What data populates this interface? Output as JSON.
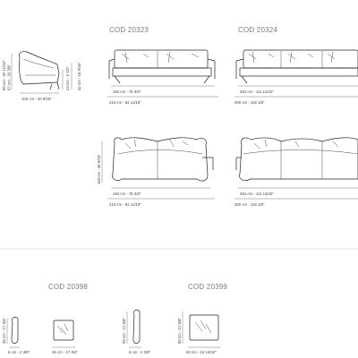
{
  "sofa_20323": {
    "code": "COD 20323",
    "front_width_1": "194 cm - 76 3/8\"",
    "front_width_2": "210 cm - 82 11/16\"",
    "plan_width_1": "194 cm - 76 3/8\"",
    "plan_width_2": "210 cm - 82 11/16\""
  },
  "sofa_20324": {
    "code": "COD 20324",
    "front_width_1": "284 cm - 111 13/16\"",
    "front_width_2": "300 cm - 118 1/8\"",
    "plan_width_1": "284 cm - 111 13/16\"",
    "plan_width_2": "300 cm - 118 1/8\""
  },
  "side_view": {
    "depth": "103 cm - 40 9/16\"",
    "height_back_1": "83 cm - 32 11/16\"",
    "height_back_2": "67 cm - 26 3/8\"",
    "height_seat_1": "24 cm - 9 1/2\"",
    "height_seat_2": "42 cm - 16 9/16\""
  },
  "plan_depth": "103 cm - 40 9/16\"",
  "cushion_20398": {
    "code": "COD 20398",
    "height": "45 cm - 17 3/4\"",
    "thickness": "6 cm - 2 3/8\"",
    "width": "45 cm - 17 3/4\""
  },
  "cushion_20399": {
    "code": "COD 20399",
    "height": "55 cm - 21 5/8\"",
    "thickness": "6 cm - 2 3/8\"",
    "width": "63 cm - 24 13/16\"",
    "height_b": "55 cm - 21 5/8\""
  }
}
